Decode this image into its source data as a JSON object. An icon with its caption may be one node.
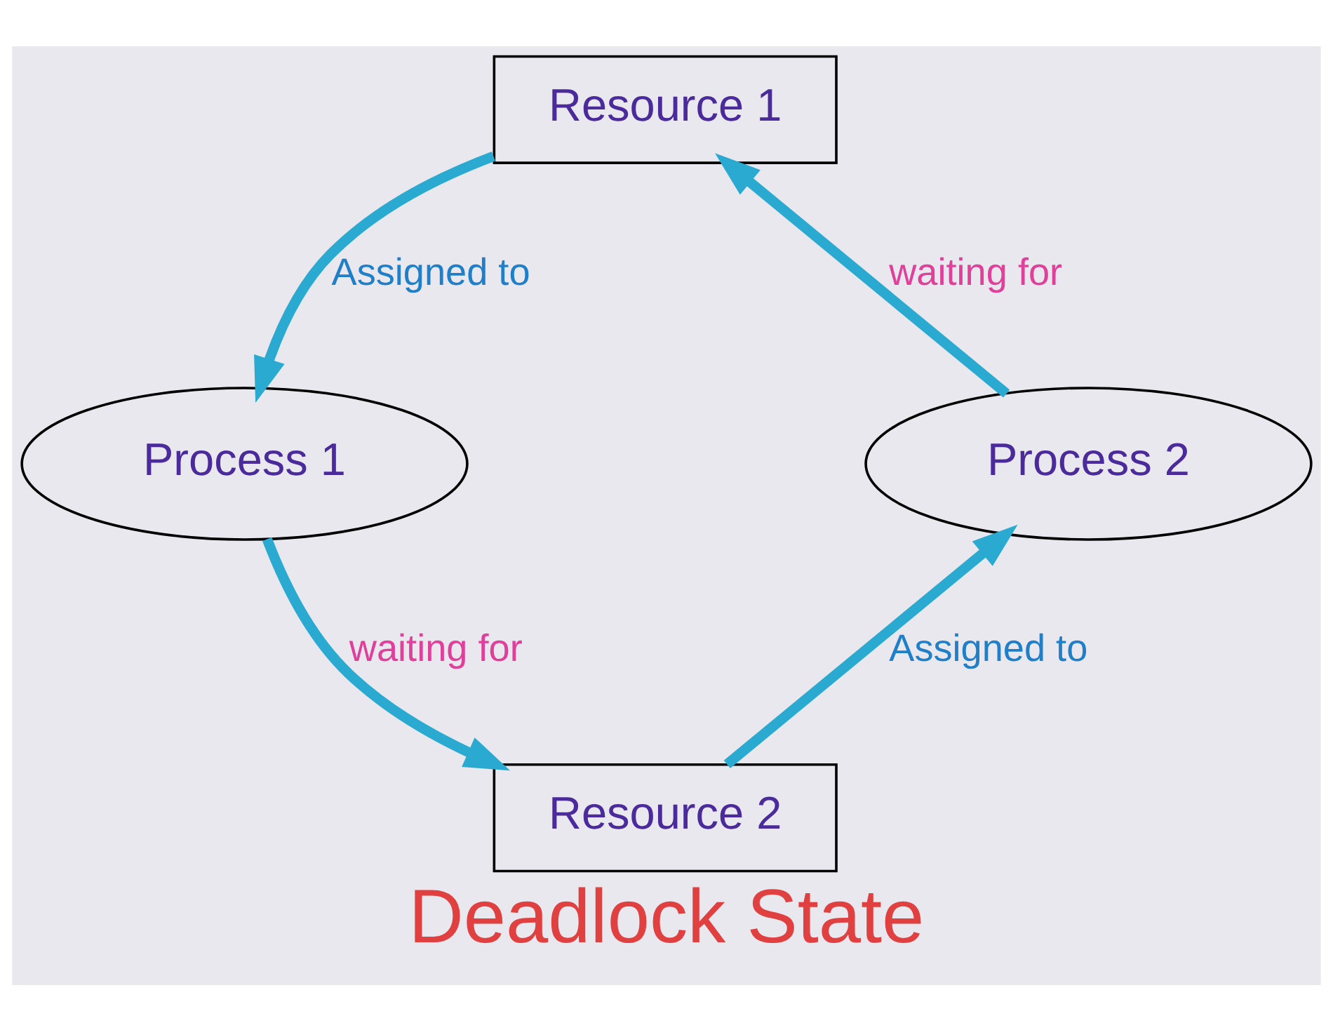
{
  "diagram": {
    "title": "Deadlock State",
    "nodes": [
      {
        "text": [
          "Resource 1"
        ]
      },
      {
        "text": [
          "Process 1"
        ]
      },
      {
        "text": [
          "Process 2"
        ]
      },
      {
        "text": [
          "Resource 2"
        ]
      }
    ],
    "edges": [
      {
        "from": 0,
        "to": 1,
        "arrow": "to",
        "label": "Assigned to"
      },
      {
        "from": 1,
        "to": 3,
        "arrow": "to",
        "label": "waiting for"
      },
      {
        "from": 3,
        "to": 2,
        "arrow": "to",
        "label": "Assigned to"
      },
      {
        "from": 2,
        "to": 0,
        "arrow": "to",
        "label": "waiting for"
      }
    ]
  }
}
